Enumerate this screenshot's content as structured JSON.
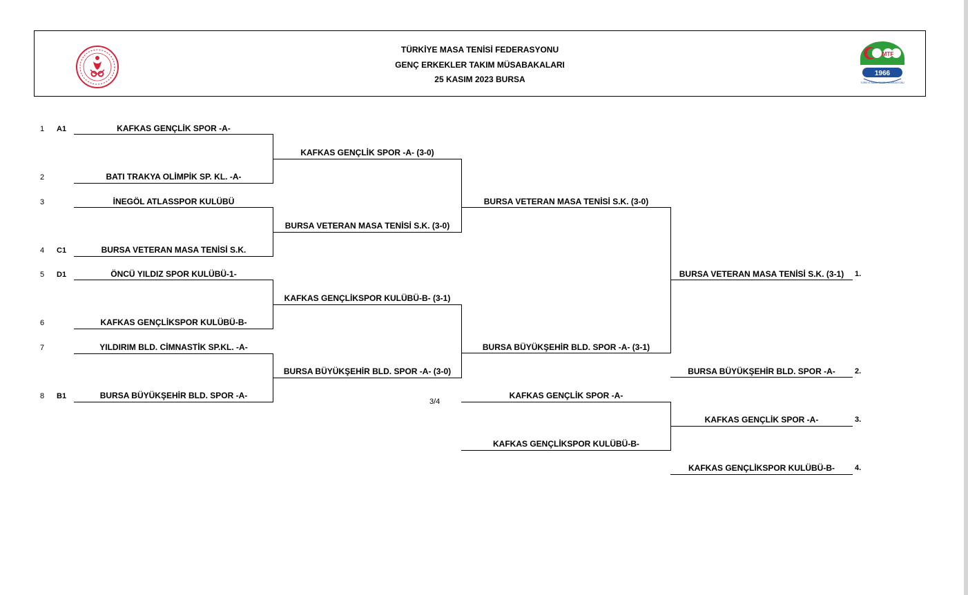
{
  "header": {
    "line1": "TÜRKİYE MASA TENİSİ FEDERASYONU",
    "line2": "GENÇ ERKEKLER TAKIM MÜSABAKALARI",
    "line3": "25 KASIM 2023 BURSA",
    "logo_right_year": "1966",
    "logo_right_letters": "MTF",
    "logo_right_caption": "TÜRKİYE MASA TENİSİ FEDERASYONU"
  },
  "round1": [
    {
      "num": "1",
      "seed": "A1",
      "team": "KAFKAS GENÇLİK SPOR -A-"
    },
    {
      "num": "2",
      "seed": "",
      "team": "BATI TRAKYA OLİMPİK SP. KL. -A-"
    },
    {
      "num": "3",
      "seed": "",
      "team": "İNEGÖL ATLASSPOR KULÜBÜ"
    },
    {
      "num": "4",
      "seed": "C1",
      "team": "BURSA VETERAN MASA TENİSİ S.K."
    },
    {
      "num": "5",
      "seed": "D1",
      "team": "ÖNCÜ YILDIZ SPOR KULÜBÜ-1-"
    },
    {
      "num": "6",
      "seed": "",
      "team": "KAFKAS GENÇLİKSPOR KULÜBÜ-B-"
    },
    {
      "num": "7",
      "seed": "",
      "team": "YILDIRIM BLD. CİMNASTİK SP.KL. -A-"
    },
    {
      "num": "8",
      "seed": "B1",
      "team": "BURSA BÜYÜKŞEHİR BLD. SPOR -A-"
    }
  ],
  "round2": [
    "KAFKAS GENÇLİK SPOR -A- (3-0)",
    "BURSA VETERAN MASA TENİSİ S.K. (3-0)",
    "KAFKAS GENÇLİKSPOR KULÜBÜ-B- (3-1)",
    "BURSA BÜYÜKŞEHİR BLD. SPOR -A- (3-0)"
  ],
  "semis": [
    "BURSA VETERAN MASA TENİSİ S.K. (3-0)",
    "BURSA BÜYÜKŞEHİR BLD. SPOR -A- (3-1)"
  ],
  "final": {
    "winner": "BURSA VETERAN MASA TENİSİ S.K. (3-1)",
    "place": "1."
  },
  "second": {
    "team": "BURSA BÜYÜKŞEHİR BLD. SPOR -A-",
    "place": "2."
  },
  "third_place_match": {
    "label": "3/4",
    "team_a": "KAFKAS GENÇLİK SPOR -A-",
    "team_b": "KAFKAS GENÇLİKSPOR KULÜBÜ-B-"
  },
  "third": {
    "team": "KAFKAS GENÇLİK SPOR -A-",
    "place": "3."
  },
  "fourth": {
    "team": "KAFKAS GENÇLİKSPOR KULÜBÜ-B-",
    "place": "4."
  }
}
